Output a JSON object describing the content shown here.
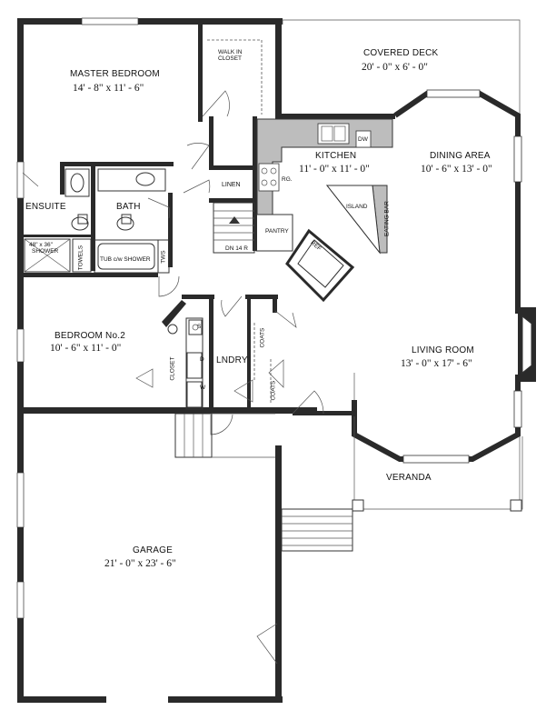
{
  "rooms": {
    "master_bedroom": {
      "name": "MASTER BEDROOM",
      "size": "14' - 8\" x 11' - 6\""
    },
    "walk_in_closet": {
      "name_line1": "WALK IN",
      "name_line2": "CLOSET"
    },
    "covered_deck": {
      "name": "COVERED DECK",
      "size": "20' - 0\" x 6' - 0\""
    },
    "kitchen": {
      "name": "KITCHEN",
      "size": "11' - 0\" x 11' - 0\""
    },
    "dining_area": {
      "name": "DINING AREA",
      "size": "10' - 6\" x 13' - 0\""
    },
    "ensuite": {
      "name": "ENSUITE"
    },
    "bath": {
      "name": "BATH"
    },
    "linen": {
      "name": "LINEN"
    },
    "pantry": {
      "name": "PANTRY"
    },
    "island": {
      "name": "ISLAND"
    },
    "eating_bar": {
      "name": "EATING BAR"
    },
    "bedroom2": {
      "name": "BEDROOM No.2",
      "size": "10' - 6\" x 11' - 0\""
    },
    "laundry": {
      "name": "LNDRY"
    },
    "living_room": {
      "name": "LIVING ROOM",
      "size": "13' - 0\" x 17' - 6\""
    },
    "veranda": {
      "name": "VERANDA"
    },
    "garage": {
      "name": "GARAGE",
      "size": "21' - 0\" x 23' - 6\""
    }
  },
  "fixtures": {
    "shower": {
      "line1": "48\" x 36\"",
      "line2": "SHOWER"
    },
    "towels": "TOWELS",
    "tub": "TUB c/w SHOWER",
    "tws": "TWS",
    "stairs": "DN 14 R",
    "dishwasher": "DW",
    "range": "RG.",
    "fridge": "REF",
    "closet": "CLOSET",
    "coats_upper": "COATS",
    "coats_lower": "COATS",
    "sink_tub": "S",
    "dryer": "D",
    "washer": "W"
  }
}
